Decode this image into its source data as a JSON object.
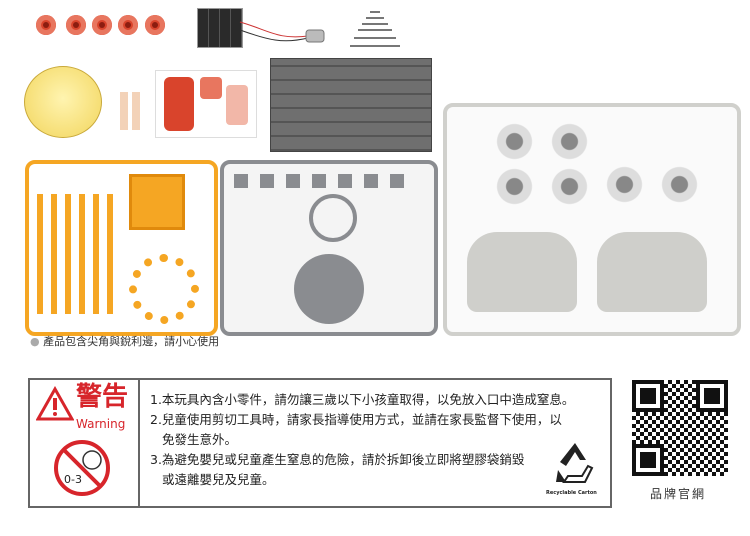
{
  "caution_note": "產品包含尖角與銳利邊，請小心使用",
  "warning": {
    "title_zh": "警告",
    "title_en": "Warning",
    "age_label": "0-3",
    "lines": [
      "1.本玩具內含小零件，請勿讓三歲以下小孩童取得，以免放入口中造成窒息。",
      "2.兒童使用剪切工具時，請家長指導使用方式，並請在家長監督下使用，以",
      "免發生意外。",
      "3.為避免嬰兒或兒童產生窒息的危險，請於拆卸後立即將塑膠袋銷毀",
      "或遠離嬰兒及兒童。"
    ],
    "recycle_label": "Recyclable Carton"
  },
  "qr": {
    "label": "品牌官網"
  },
  "colors": {
    "warning_red": "#d7252b",
    "orange_sprue": "#f5a623",
    "gray_sprue": "#8a8c90",
    "light_sprue": "#d9d9d6"
  }
}
